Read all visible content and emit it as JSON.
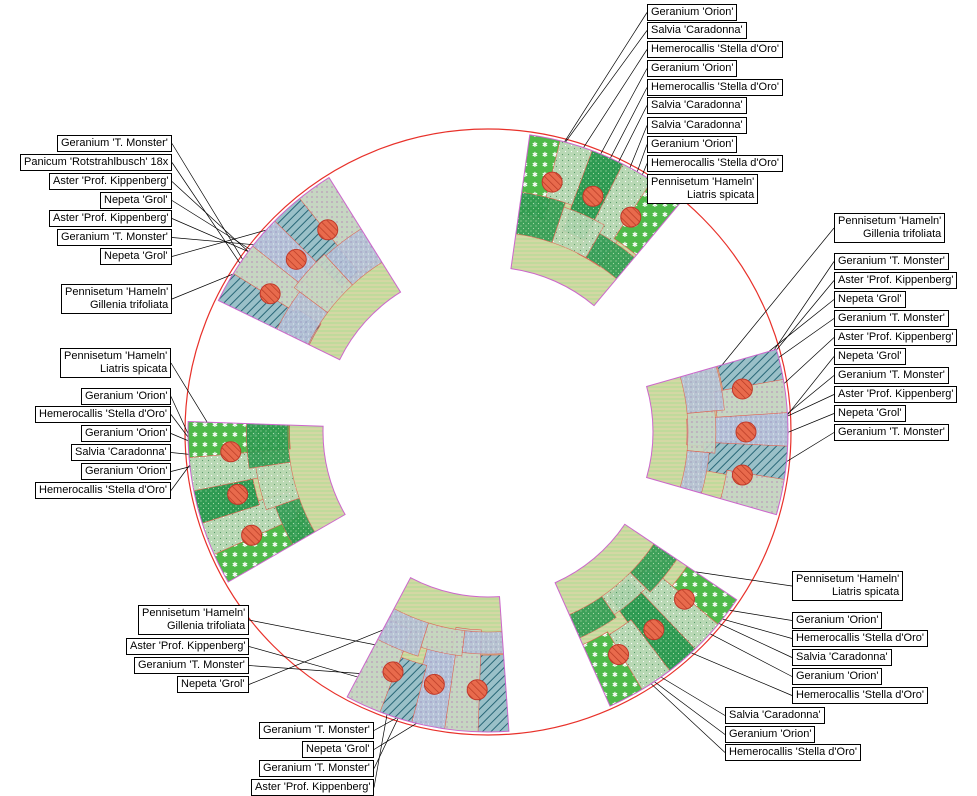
{
  "labels": {
    "top_right": [
      "Geranium 'Orion'",
      "Salvia 'Caradonna'",
      "Hemerocallis 'Stella d'Oro'",
      "Geranium 'Orion'",
      "Hemerocallis 'Stella d'Oro'",
      "Salvia 'Caradonna'",
      "Salvia 'Caradonna'",
      "Geranium 'Orion'",
      "Hemerocallis 'Stella d'Oro'",
      [
        "Pennisetum 'Hameln'",
        "Liatris spicata"
      ]
    ],
    "right": [
      [
        "Pennisetum 'Hameln'",
        "Gillenia trifoliata"
      ],
      "Geranium 'T. Monster'",
      "Aster 'Prof. Kippenberg'",
      "Nepeta 'Grol'",
      "Geranium 'T. Monster'",
      "Aster 'Prof. Kippenberg'",
      "Nepeta 'Grol'",
      "Geranium 'T. Monster'",
      "Aster 'Prof. Kippenberg'",
      "Nepeta 'Grol'",
      "Geranium 'T. Monster'"
    ],
    "top_left": [
      "Geranium 'T. Monster'",
      "Panicum 'Rotstrahlbusch'  18x",
      "Aster 'Prof. Kippenberg'",
      "Nepeta 'Grol'",
      "Aster 'Prof. Kippenberg'",
      "Geranium 'T. Monster'",
      "Nepeta 'Grol'",
      [
        "Pennisetum 'Hameln'",
        "Gillenia trifoliata"
      ]
    ],
    "left": [
      [
        "Pennisetum 'Hameln'",
        "Liatris spicata"
      ],
      "Geranium 'Orion'",
      "Hemerocallis 'Stella d'Oro'",
      "Geranium 'Orion'",
      "Salvia 'Caradonna'",
      "Geranium 'Orion'",
      "Hemerocallis 'Stella d'Oro'"
    ],
    "bottom_left": [
      [
        "Pennisetum 'Hameln'",
        "Gillenia trifoliata"
      ],
      "Aster 'Prof. Kippenberg'",
      "Geranium 'T. Monster'",
      "Nepeta 'Grol'"
    ],
    "bottom_center": [
      "Geranium 'T. Monster'",
      "Nepeta 'Grol'",
      "Geranium 'T. Monster'",
      "Aster 'Prof. Kippenberg'"
    ],
    "bottom_right": [
      [
        "Pennisetum 'Hameln'",
        "Liatris spicata"
      ],
      "Geranium 'Orion'",
      "Hemerocallis 'Stella d'Oro'",
      "Salvia 'Caradonna'",
      "Geranium 'Orion'",
      "Hemerocallis 'Stella d'Oro'",
      "Salvia 'Caradonna'",
      "Geranium 'Orion'",
      "Hemerocallis 'Stella d'Oro'"
    ]
  },
  "colors": {
    "circle": "#e8312a",
    "bed_outline": "#cc66cc",
    "pennisetum": "#c8dea0",
    "geranium_orion": "#b4d8b0",
    "hemerocallis": "#2e9e52",
    "salvia": "#4cb84c",
    "aster": "#b0bfd8",
    "nepeta": "#3e7c8c",
    "geranium_monster": "#c4d4c0",
    "shrub": "#e85a3c"
  }
}
